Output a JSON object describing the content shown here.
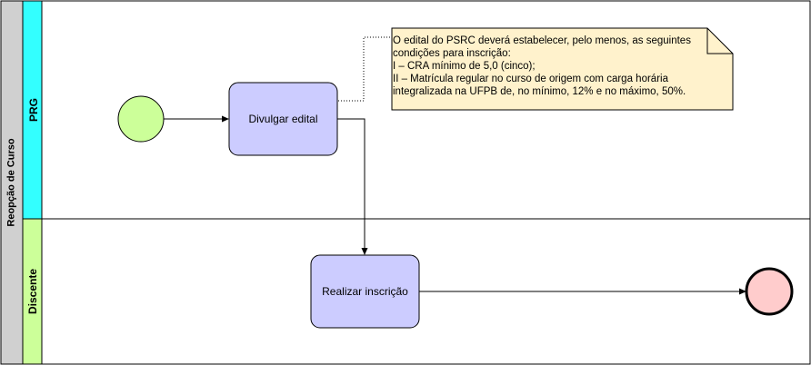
{
  "pool": {
    "label": "Reopção de Curso"
  },
  "lanes": [
    {
      "label": "PRG"
    },
    {
      "label": "Discente"
    }
  ],
  "tasks": {
    "divulgar": {
      "label": "Divulgar edital"
    },
    "realizar": {
      "label": "Realizar inscrição"
    }
  },
  "note": {
    "lines": [
      "O edital do PSRC deverá estabelecer, pelo menos, as seguintes",
      "condições para inscrição:",
      "I – CRA mínimo de 5,0 (cinco);",
      "II – Matrícula regular no curso de origem com carga horária",
      "integralizada na UFPB de, no mínimo, 12% e no máximo, 50%."
    ]
  },
  "colors": {
    "pool_header": "#d0d0d0",
    "lane_prg": "#33ffff",
    "lane_discente": "#ccff99",
    "task_fill": "#ccccff",
    "note_fill": "#fff2cc",
    "start_fill": "#ccff99",
    "end_fill": "#ffcccc"
  }
}
